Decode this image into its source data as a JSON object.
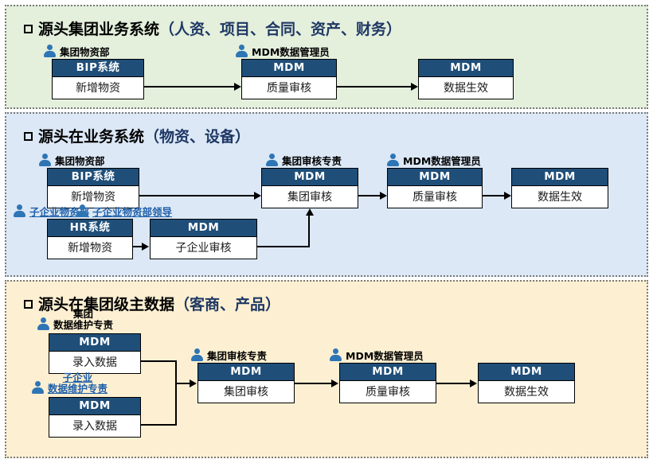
{
  "diagram": {
    "title_bullet": "▫",
    "panels": [
      {
        "id": "panel-1",
        "title_main": "源头集团业务系统",
        "title_paren": "（人资、项目、合同、资产、财务）",
        "background": "#E4EFDC",
        "roles": [
          {
            "name": "集团物资部",
            "style": "black"
          },
          {
            "name": "MDM数据管理员",
            "style": "black"
          }
        ],
        "boxes": [
          {
            "header": "BIP系统",
            "body": "新增物资"
          },
          {
            "header": "MDM",
            "body": "质量审核"
          },
          {
            "header": "MDM",
            "body": "数据生效"
          }
        ]
      },
      {
        "id": "panel-2",
        "title_main": "源头在业务系统",
        "title_paren": "（物资、设备）",
        "background": "#DCE8F6",
        "roles": [
          {
            "name": "集团物资部",
            "style": "black"
          },
          {
            "name": "集团审核专责",
            "style": "black"
          },
          {
            "name": "MDM数据管理员",
            "style": "black"
          },
          {
            "name": "子企业物资部",
            "style": "blue"
          },
          {
            "name": "子企业物资部领导",
            "style": "blue"
          }
        ],
        "boxes": [
          {
            "header": "BIP系统",
            "body": "新增物资"
          },
          {
            "header": "MDM",
            "body": "集团审核"
          },
          {
            "header": "MDM",
            "body": "质量审核"
          },
          {
            "header": "MDM",
            "body": "数据生效"
          },
          {
            "header": "HR系统",
            "body": "新增物资"
          },
          {
            "header": "MDM",
            "body": "子企业审核"
          }
        ]
      },
      {
        "id": "panel-3",
        "title_main": "源头在集团级主数据",
        "title_paren": "（客商、产品）",
        "background": "#FDF0D2",
        "roles": [
          {
            "name_line1": "集团",
            "name_line2": "数据维护专责",
            "style": "black"
          },
          {
            "name_line1": "子企业",
            "name_line2": "数据维护专责",
            "style": "blue"
          },
          {
            "name": "集团审核专责",
            "style": "black"
          },
          {
            "name": "MDM数据管理员",
            "style": "black"
          }
        ],
        "boxes": [
          {
            "header": "MDM",
            "body": "录入数据"
          },
          {
            "header": "MDM",
            "body": "录入数据"
          },
          {
            "header": "MDM",
            "body": "集团审核"
          },
          {
            "header": "MDM",
            "body": "质量审核"
          },
          {
            "header": "MDM",
            "body": "数据生效"
          }
        ]
      }
    ],
    "colors": {
      "box_header": "#1F4E79",
      "person_icon": "#2E75B6",
      "blue_text": "#1F5FA9",
      "title_paren": "#1F3864",
      "panel_border": "#7a7a7a"
    }
  }
}
